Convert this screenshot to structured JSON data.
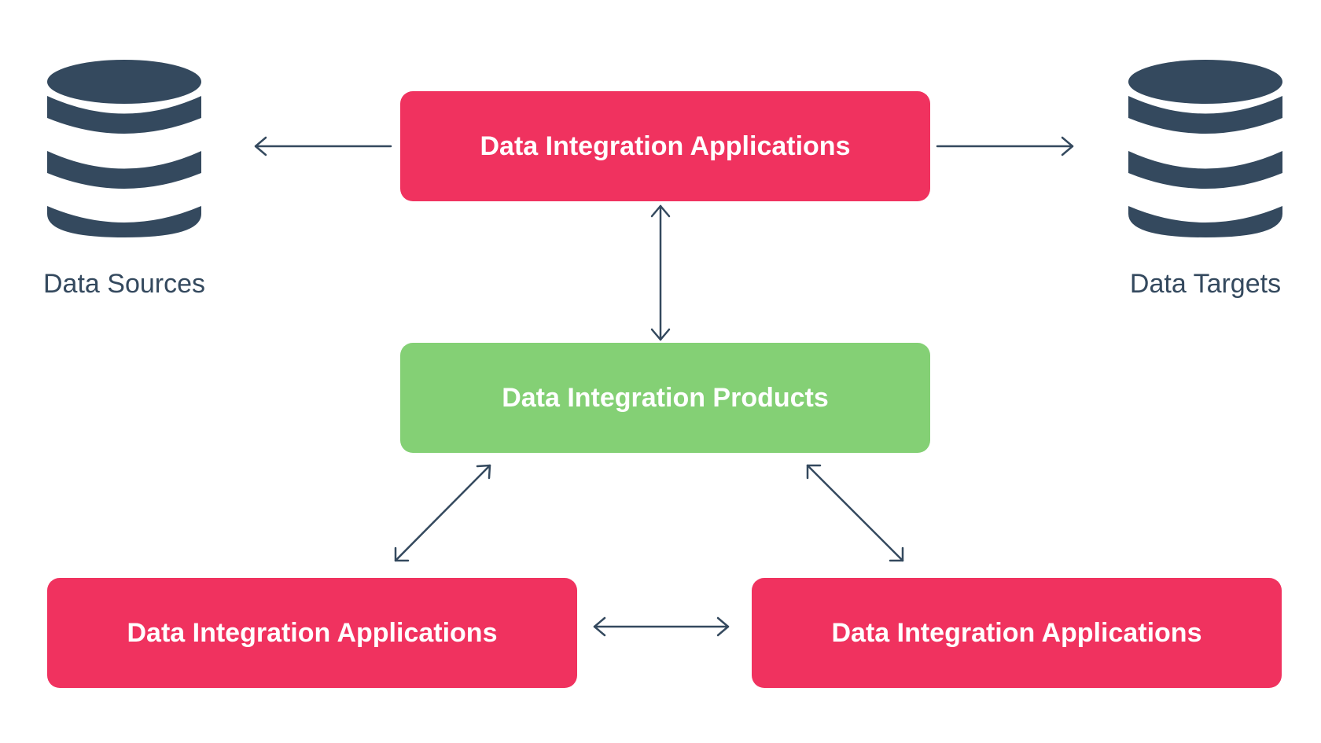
{
  "colors": {
    "application_box": "#f0325f",
    "products_box": "#84d075",
    "database_icon": "#34495e",
    "arrow": "#34495e",
    "box_text": "#ffffff"
  },
  "icons": {
    "source": "database-icon",
    "target": "database-icon"
  },
  "sources": {
    "label": "Data Sources"
  },
  "targets": {
    "label": "Data Targets"
  },
  "nodes": {
    "app_top": "Data Integration Applications",
    "products": "Data Integration Products",
    "app_left": "Data Integration Applications",
    "app_right": "Data Integration Applications"
  },
  "edges": [
    {
      "from": "app_top",
      "to": "sources",
      "direction": "one-way"
    },
    {
      "from": "app_top",
      "to": "targets",
      "direction": "one-way"
    },
    {
      "from": "app_top",
      "to": "products",
      "direction": "two-way"
    },
    {
      "from": "products",
      "to": "app_left",
      "direction": "two-way"
    },
    {
      "from": "products",
      "to": "app_right",
      "direction": "two-way"
    },
    {
      "from": "app_left",
      "to": "app_right",
      "direction": "two-way"
    }
  ]
}
